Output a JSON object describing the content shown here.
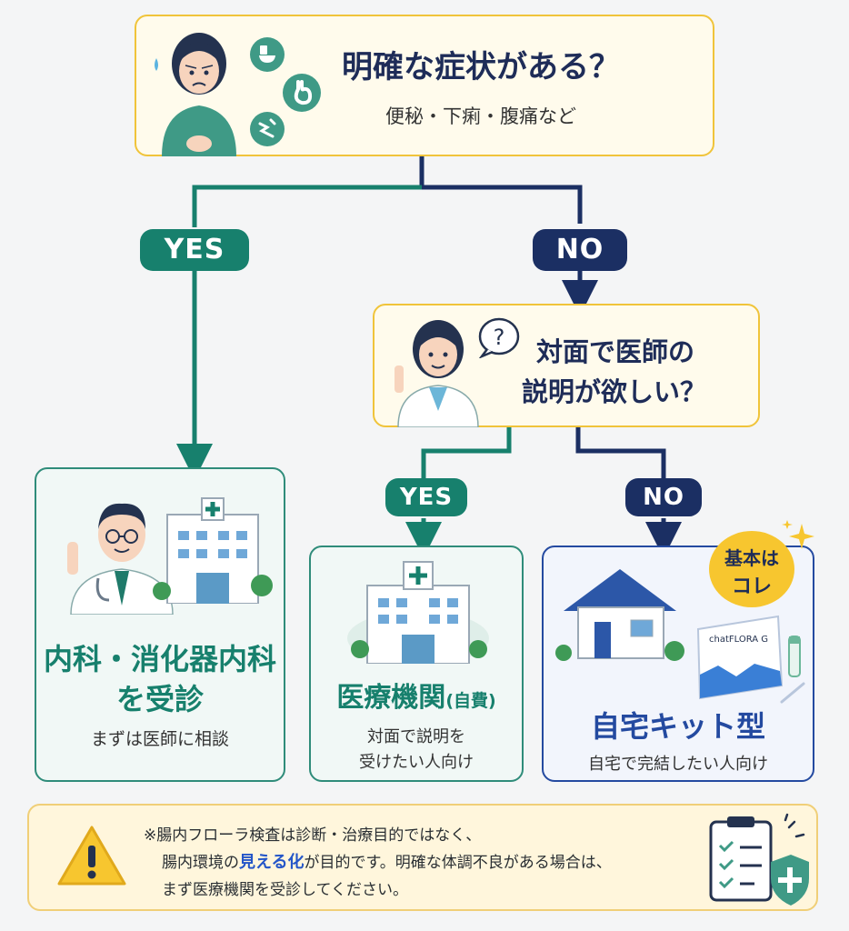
{
  "q1": {
    "title": "明確な症状がある？",
    "subtitle": "便秘・下痢・腹痛など"
  },
  "branch1": {
    "yes": "YES",
    "no": "NO"
  },
  "q2": {
    "title_line1": "対面で医師の",
    "title_line2": "説明が欲しい？",
    "bubble": "?"
  },
  "branch2": {
    "yes": "YES",
    "no": "NO"
  },
  "result_left": {
    "title_line1": "内科・消化器内科",
    "title_line2": "を受診",
    "note": "まずは医師に相談"
  },
  "result_mid": {
    "title": "医療機関",
    "title_suffix": "(自費)",
    "note_line1": "対面で説明を",
    "note_line2": "受けたい人向け"
  },
  "result_right": {
    "badge_line1": "基本は",
    "badge_line2": "コレ",
    "title": "自宅キット型",
    "note": "自宅で完結したい人向け",
    "kit_label": "chatFLORA G"
  },
  "notice": {
    "line1": "※腸内フローラ検査は診断・治療目的ではなく、",
    "line2_a": "腸内環境の",
    "line2_highlight": "見える化",
    "line2_b": "が目的です。明確な体調不良がある場合は、",
    "line3": "まず医療機関を受診してください。"
  },
  "icons": [
    "worried-woman-icon",
    "toilet-icon",
    "stomach-icon",
    "pain-icon",
    "female-doctor-icon",
    "question-bubble-icon",
    "male-doctor-icon",
    "hospital-icon",
    "house-icon",
    "test-kit-icon",
    "warning-icon",
    "clipboard-shield-icon"
  ],
  "colors": {
    "green": "#17806d",
    "navy": "#1b2f63",
    "yellow_border": "#f0c43a",
    "badge": "#f7c62f",
    "highlight": "#2456c8"
  }
}
